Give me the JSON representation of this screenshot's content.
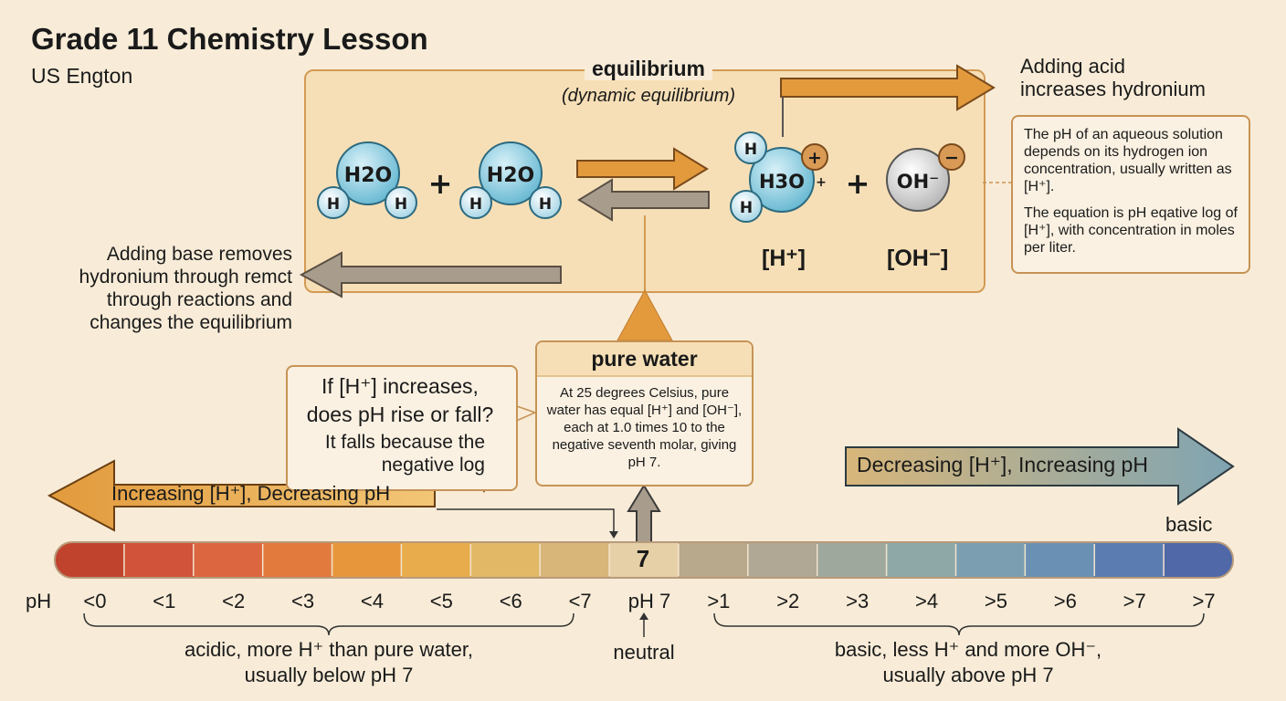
{
  "title": "Grade 11 Chemistry Lesson",
  "subtitle": "US Engton",
  "equilibrium": {
    "title": "equilibrium",
    "subtitle": "(dynamic equilibrium)",
    "reactant_label": "H2O",
    "atom_label": "H",
    "plus": "+",
    "hydronium_label": "H3O",
    "hydronium_charge": "+",
    "hydroxide_label": "OH⁻",
    "hydroxide_charge": "−",
    "h_conc": "[H⁺]",
    "oh_conc": "[OH⁻]"
  },
  "acid_note": {
    "line1": "Adding acid",
    "line2": "increases hydronium"
  },
  "base_note": {
    "line1": "Adding base removes",
    "line2": "hydronium through remct",
    "line3": "through reactions and",
    "line4": "changes the equilibrium"
  },
  "info": {
    "p1": "The pH of an aqueous solution depends on its hydrogen ion concentration, usually written as [H⁺].",
    "p2": "The equation is pH eqative log of [H⁺], with concentration in moles per liter."
  },
  "question": {
    "line1": "If [H⁺] increases,",
    "line2": "does pH rise or fall?",
    "answer1": "It falls because the",
    "answer2": "negative log"
  },
  "pure_water": {
    "title": "pure water",
    "body": "At 25 degrees Celsius, pure water has equal [H⁺] and [OH⁻], each at 1.0 times 10 to the negative seventh molar, giving pH 7."
  },
  "arrows": {
    "left_label": "Increasing [H⁺], Decreasing pH",
    "right_label": "Decreasing [H⁺], Increasing pH"
  },
  "scale": {
    "axis_label": "pH",
    "neutral_value": "7",
    "basic_label": "basic",
    "ticks": [
      "<0",
      "<1",
      "<2",
      "<3",
      "<4",
      "<5",
      "<6",
      "<7",
      "pH 7",
      ">1",
      ">2",
      ">3",
      ">4",
      ">5",
      ">6",
      ">7",
      ">7"
    ],
    "colors": [
      "#c0432e",
      "#d0533a",
      "#dc6640",
      "#e27a3e",
      "#e8963c",
      "#e8ac4c",
      "#e2b866",
      "#d8b67a",
      "#e5d0a8",
      "#b8a88c",
      "#b0a894",
      "#9ea89c",
      "#8ea8a8",
      "#7b9fb0",
      "#6a90b4",
      "#5b7cb0",
      "#5068a8"
    ]
  },
  "notes": {
    "acid_line1": "acidic, more H⁺ than pure water,",
    "acid_line2": "usually below pH 7",
    "neutral": "neutral",
    "basic_line1": "basic, less H⁺ and more OH⁻,",
    "basic_line2": "usually above pH 7"
  }
}
